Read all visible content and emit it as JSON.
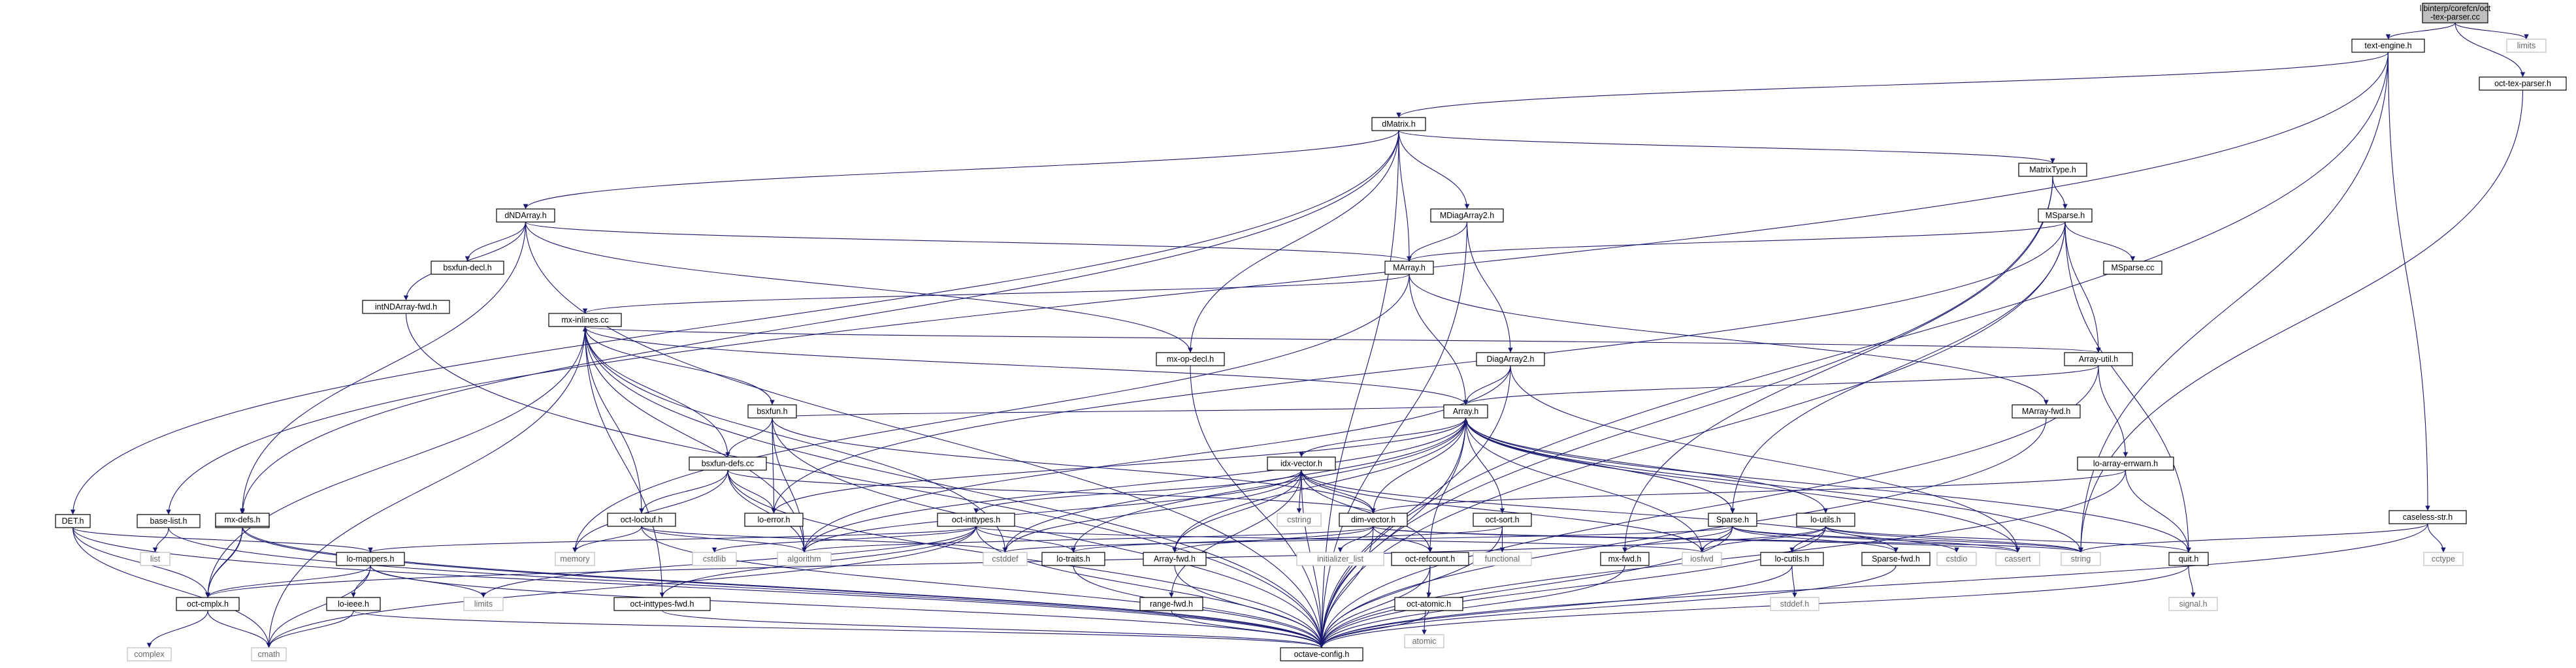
{
  "graph": {
    "root": "libinterp/corefcn/oct-tex-parser.cc",
    "nodes": {
      "root": "libinterp/corefcn/oct-tex-parser.cc",
      "text_engine": "text-engine.h",
      "limits": "limits",
      "oct_tex_parser_h": "oct-tex-parser.h",
      "dMatrix": "dMatrix.h",
      "caseless_str": "caseless-str.h",
      "base_list": "base-list.h",
      "DET": "DET.h",
      "mx_defs_top": "mx-defs.h",
      "dNDArray": "dNDArray.h",
      "MDiagArray2": "MDiagArray2.h",
      "MatrixType": "MatrixType.h",
      "MSparse": "MSparse.h",
      "MArray": "MArray.h",
      "bsxfun_decl": "bsxfun-decl.h",
      "intNDArray_fwd": "intNDArray-fwd.h",
      "mx_inlines": "mx-inlines.cc",
      "MSparse_cc": "MSparse.cc",
      "mx_op_decl": "mx-op-decl.h",
      "DiagArray2": "DiagArray2.h",
      "Array_util": "Array-util.h",
      "MArray_fwd": "MArray-fwd.h",
      "bsxfun": "bsxfun.h",
      "Array": "Array.h",
      "bsxfun_defs": "bsxfun-defs.cc",
      "idx_vector": "idx-vector.h",
      "lo_array_errwarn": "lo-array-errwarn.h",
      "mx_defs": "mx-defs.h",
      "list": "list",
      "oct_locbuf": "oct-locbuf.h",
      "lo_error": "lo-error.h",
      "oct_inttypes": "oct-inttypes.h",
      "cstring": "cstring",
      "dim_vector": "dim-vector.h",
      "oct_sort": "oct-sort.h",
      "Sparse": "Sparse.h",
      "lo_utils": "lo-utils.h",
      "cctype": "cctype",
      "lo_mappers": "lo-mappers.h",
      "memory": "memory",
      "cstdlib": "cstdlib",
      "algorithm": "algorithm",
      "cstddef": "cstddef",
      "lo_traits": "lo-traits.h",
      "Array_fwd": "Array-fwd.h",
      "initializer_list": "initializer_list",
      "oct_refcount": "oct-refcount.h",
      "functional": "functional",
      "mx_fwd": "mx-fwd.h",
      "iosfwd": "iosfwd",
      "lo_cutils": "lo-cutils.h",
      "Sparse_fwd": "Sparse-fwd.h",
      "cstdio": "cstdio",
      "cassert": "cassert",
      "string": "string",
      "quit": "quit.h",
      "oct_cmplx": "oct-cmplx.h",
      "lo_ieee": "lo-ieee.h",
      "oct_inttypes_fwd": "oct-inttypes-fwd.h",
      "range_fwd": "range-fwd.h",
      "oct_atomic": "oct-atomic.h",
      "atomic": "atomic",
      "stddef": "stddef.h",
      "signal": "signal.h",
      "complex": "complex",
      "cmath": "cmath",
      "octave_config": "octave-config.h"
    }
  }
}
